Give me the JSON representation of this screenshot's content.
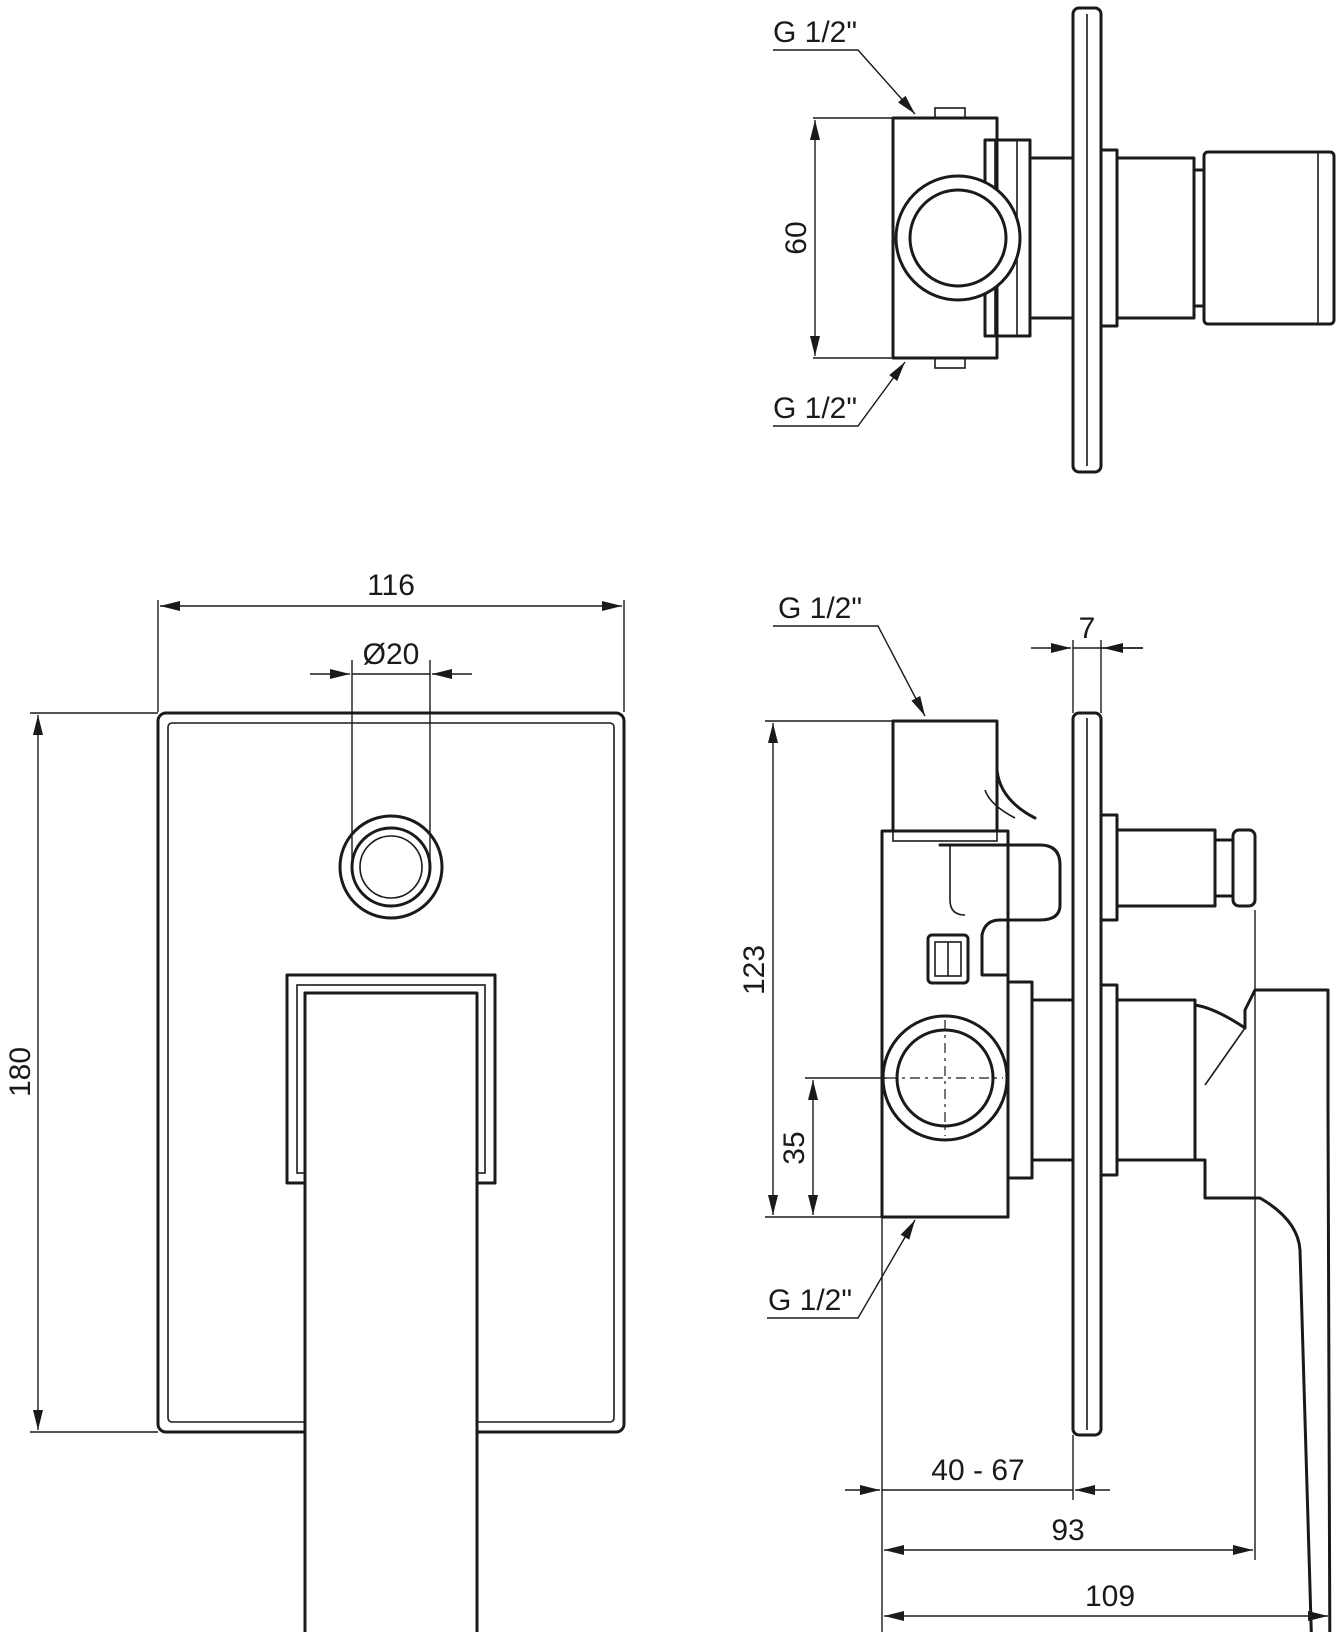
{
  "labels": {
    "thread_top_upper": "G 1/2\"",
    "thread_top_lower": "G 1/2\"",
    "thread_side_upper": "G 1/2\"",
    "thread_side_lower": "G 1/2\""
  },
  "dimensions": {
    "width": "116",
    "diameter": "Ø20",
    "height": "180",
    "top_depth": "60",
    "plate_thickness": "7",
    "body_height": "123",
    "inlet_offset": "35",
    "install_depth": "40 - 67",
    "depth_body": "93",
    "depth_total": "109"
  }
}
